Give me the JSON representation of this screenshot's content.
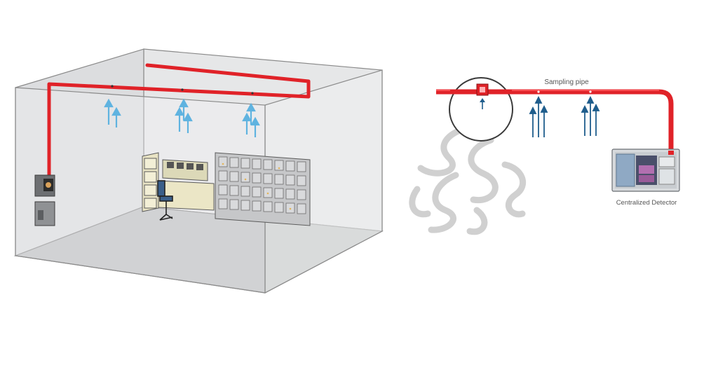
{
  "colors": {
    "pipe": "#e02228",
    "pipe_dark": "#b5121b",
    "airflow_up": "#5fb3e0",
    "sample_arrow": "#1f5d8c",
    "room_floor": "#bdbec0",
    "room_wall": "#e3e4e5",
    "room_edge": "#7a7a7a",
    "smoke": "#c8c8c8",
    "label": "#555555"
  },
  "labels": {
    "sampling_pipe": "Sampling pipe",
    "centralized_detector": "Centralized Detector"
  },
  "icons": {
    "room": "server-room-illustration",
    "detector": "aspirating-detector-unit",
    "smoke": "smoke-plume",
    "magnifier": "magnifier-circle"
  }
}
